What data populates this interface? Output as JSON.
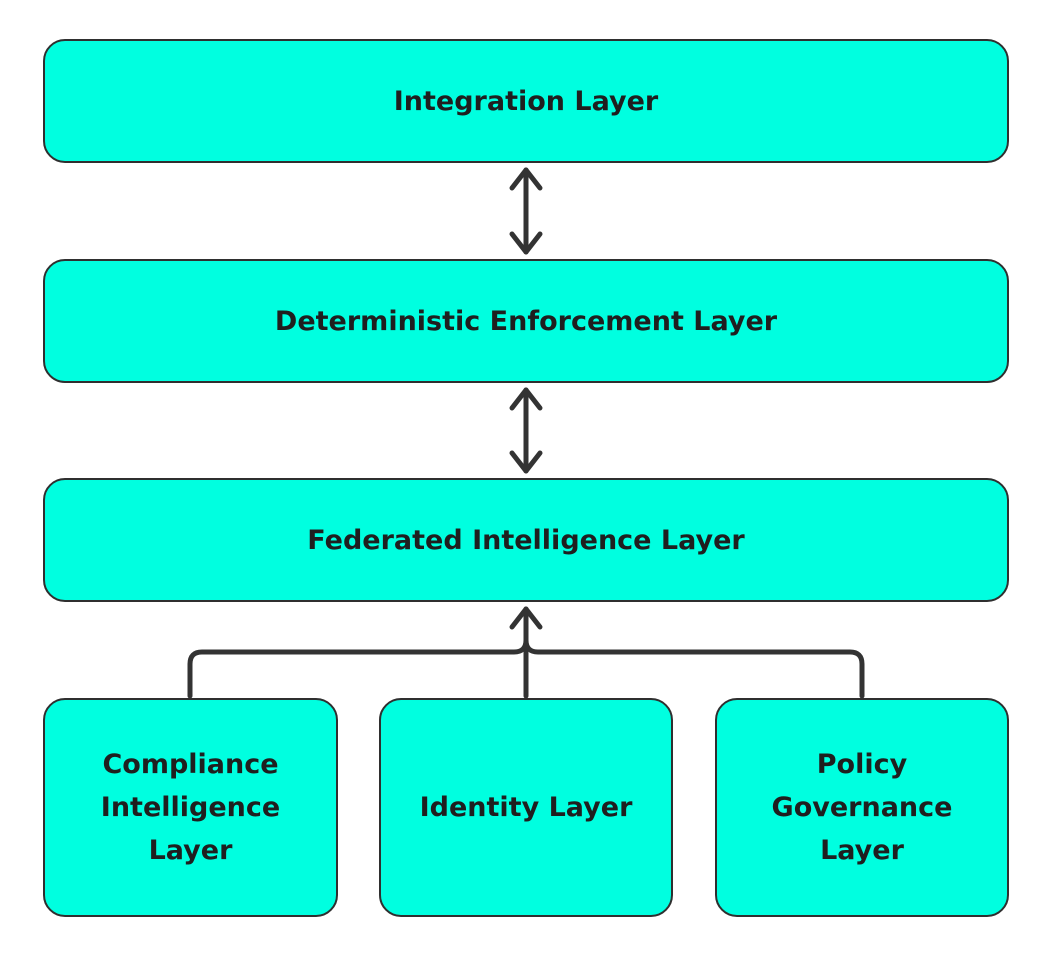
{
  "layers": {
    "integration": "Integration Layer",
    "enforcement": "Deterministic Enforcement Layer",
    "federated": "Federated Intelligence Layer",
    "compliance": "Compliance Intelligence Layer",
    "identity": "Identity Layer",
    "policy": "Policy Governance Layer"
  },
  "colors": {
    "box_fill": "#00FFE0",
    "stroke": "#2f2f2f",
    "text": "#1f1f1f"
  }
}
